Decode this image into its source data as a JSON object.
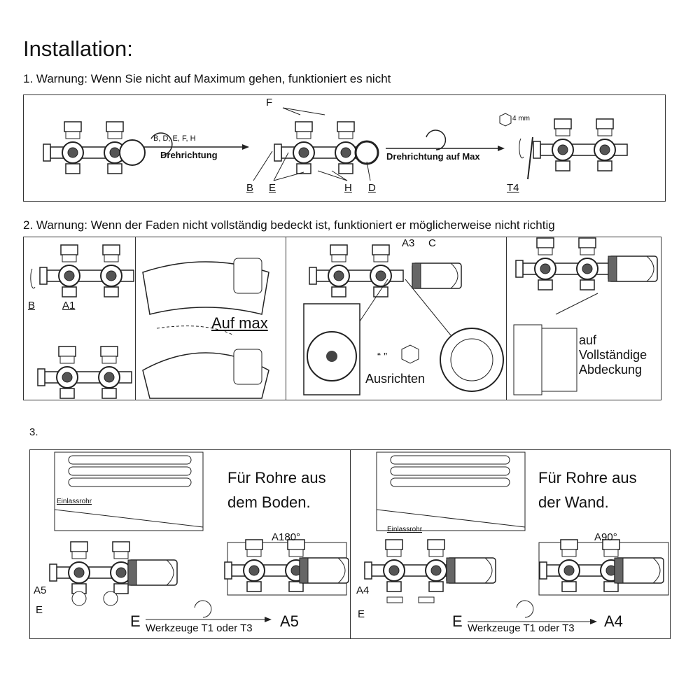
{
  "title": "Installation:",
  "step1": {
    "heading": "1.  Warnung: Wenn Sie nicht auf Maximum gehen, funktioniert es nicht",
    "parts_label": "B, D, E, F, H",
    "rotation_label": "Drehrichtung",
    "max_label": "Drehrichtung auf Max",
    "hex_size": "4 mm",
    "labels": {
      "F": "F",
      "B": "B",
      "E": "E",
      "H": "H",
      "D": "D",
      "T4": "T4"
    }
  },
  "step2": {
    "heading": "2.  Warnung: Wenn der Faden nicht vollständig bedeckt ist, funktioniert er möglicherweise nicht richtig",
    "labels": {
      "B": "B",
      "A1": "A1",
      "A3": "A3",
      "C": "C"
    },
    "auf_max": "Auf max",
    "hex_quote": "“  ”",
    "ausrichten": "Ausrichten",
    "coverage": [
      "auf",
      "Vollständige",
      "Abdeckung"
    ]
  },
  "step3": {
    "number": "3.",
    "left": {
      "title": [
        "Für Rohre aus",
        "dem Boden."
      ],
      "inlet": "Einlassrohr",
      "angle": "A180°",
      "a": "A5",
      "e": "E",
      "instruction_from": "E",
      "tools": "Werkzeuge T1 oder T3",
      "instruction_to": "A5"
    },
    "right": {
      "title": [
        "Für Rohre aus",
        "der Wand."
      ],
      "inlet": "Einlassrohr",
      "angle": "A90°",
      "a": "A4",
      "e": "E",
      "instruction_from": "E",
      "tools": "Werkzeuge T1 oder T3",
      "instruction_to": "A4"
    }
  }
}
